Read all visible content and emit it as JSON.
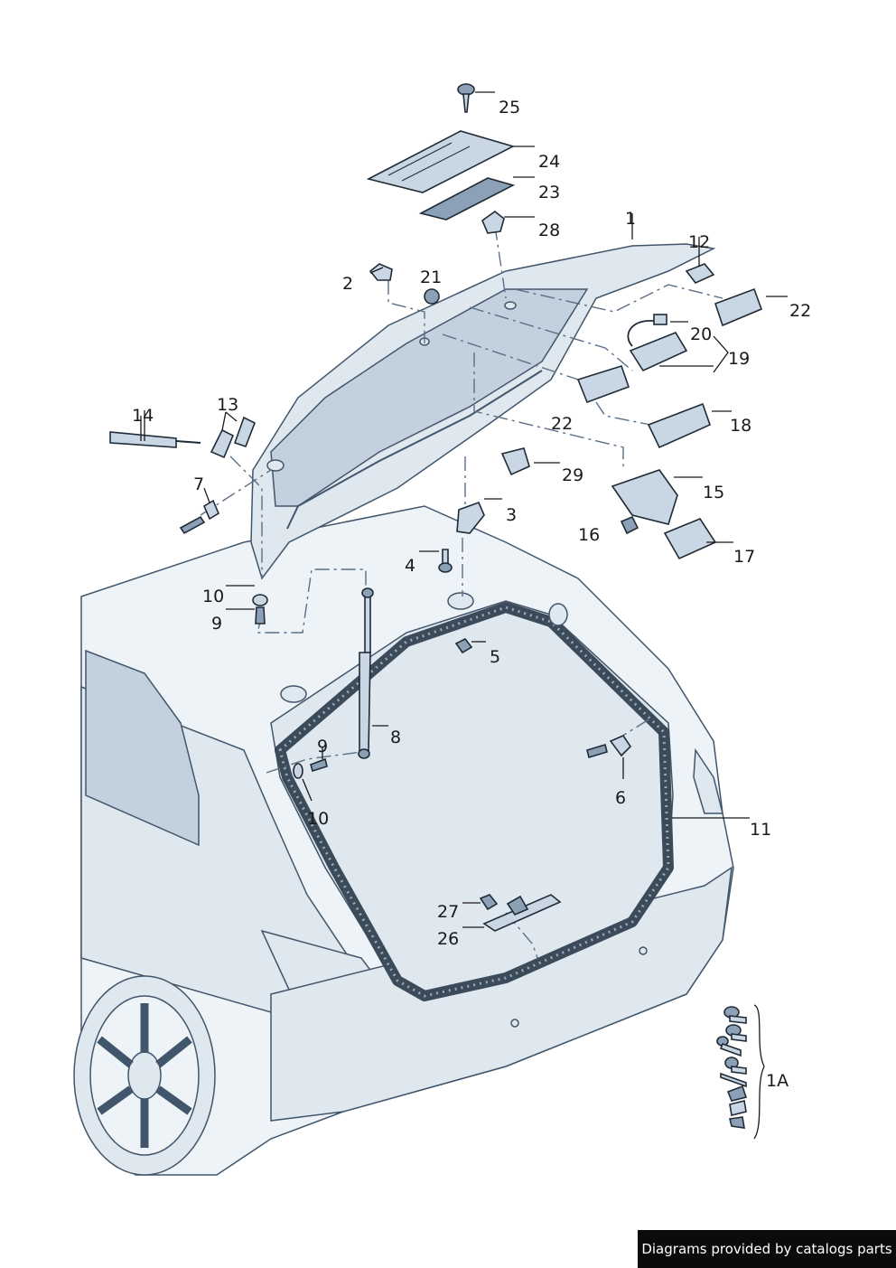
{
  "callouts": {
    "c1": "1",
    "c1A": "1A",
    "c2": "2",
    "c3": "3",
    "c4": "4",
    "c5": "5",
    "c6": "6",
    "c7": "7",
    "c8": "8",
    "c9a": "9",
    "c9b": "9",
    "c10a": "10",
    "c10b": "10",
    "c11": "11",
    "c12": "12",
    "c13": "13",
    "c14": "14",
    "c15": "15",
    "c16": "16",
    "c17": "17",
    "c18": "18",
    "c19": "19",
    "c20": "20",
    "c21": "21",
    "c22a": "22",
    "c22b": "22",
    "c23": "23",
    "c24": "24",
    "c25": "25",
    "c26": "26",
    "c27": "27",
    "c28": "28",
    "c29": "29"
  },
  "footer": {
    "credit": "Diagrams provided by catalogs parts"
  },
  "colors": {
    "body_fill": "#dfe7ef",
    "part_fill": "#c9d6e3",
    "outline": "#1f2b37",
    "footer_bg": "#0b0b0b"
  }
}
